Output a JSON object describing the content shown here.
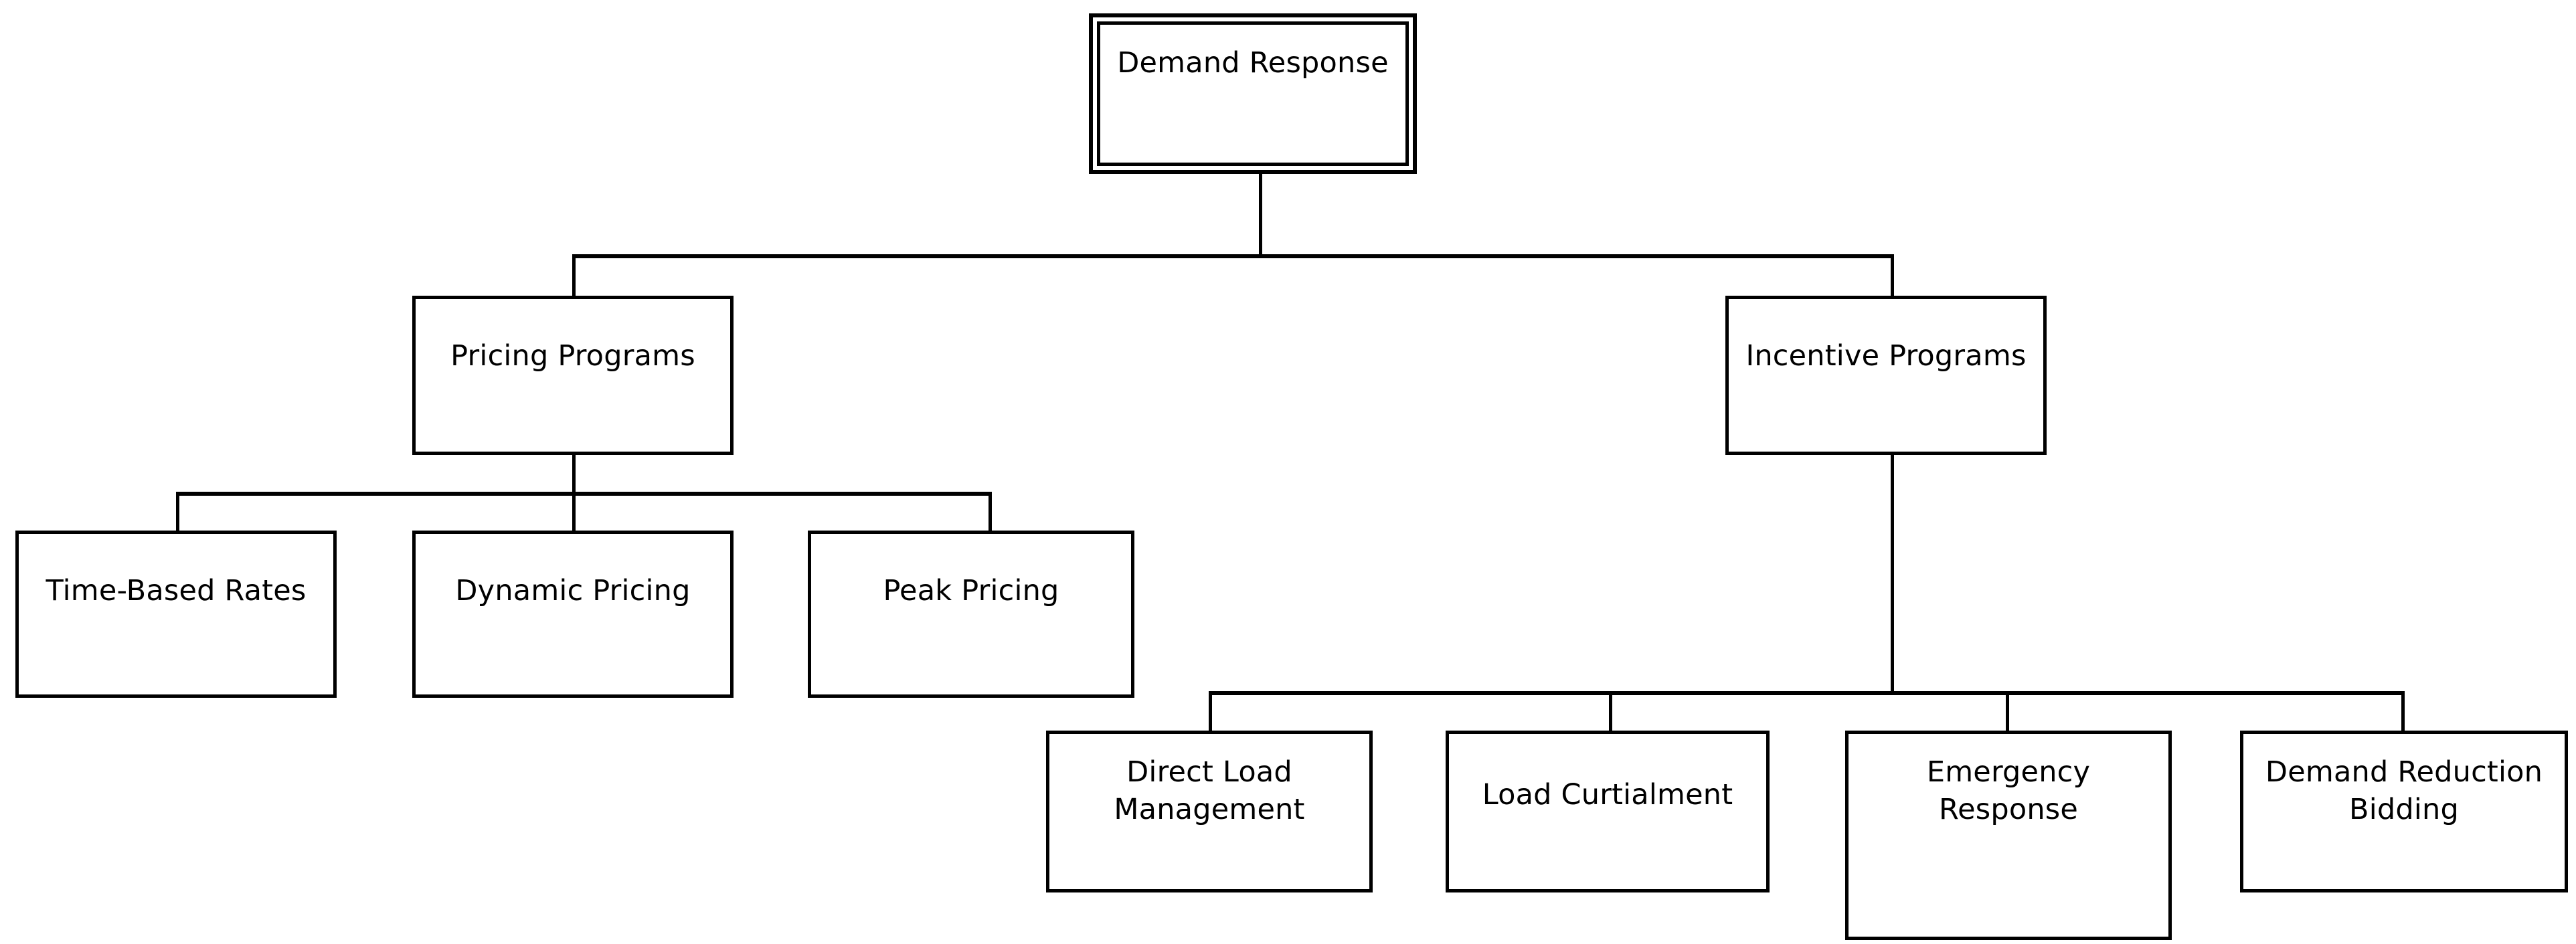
{
  "diagram": {
    "title": "Demand Response",
    "type": "hierarchy-tree",
    "background_color": "#ffffff",
    "line_color": "#000000",
    "text_color": "#000000",
    "nodes": {
      "root": {
        "label": "Demand Response"
      },
      "pricing_programs": {
        "label": "Pricing Programs"
      },
      "incentive_programs": {
        "label": "Incentive Programs"
      },
      "time_based_rates": {
        "label": "Time-Based Rates"
      },
      "dynamic_pricing": {
        "label": "Dynamic Pricing"
      },
      "peak_pricing": {
        "label": "Peak Pricing"
      },
      "direct_load_management": {
        "label": "Direct Load\nManagement"
      },
      "load_curtialment": {
        "label": "Load Curtialment"
      },
      "emergency_response": {
        "label": "Emergency\nResponse"
      },
      "demand_reduction_bidding": {
        "label": "Demand Reduction\nBidding"
      }
    },
    "edges": [
      {
        "from": "root",
        "to": "pricing_programs"
      },
      {
        "from": "root",
        "to": "incentive_programs"
      },
      {
        "from": "pricing_programs",
        "to": "time_based_rates"
      },
      {
        "from": "pricing_programs",
        "to": "dynamic_pricing"
      },
      {
        "from": "pricing_programs",
        "to": "peak_pricing"
      },
      {
        "from": "incentive_programs",
        "to": "direct_load_management"
      },
      {
        "from": "incentive_programs",
        "to": "load_curtialment"
      },
      {
        "from": "incentive_programs",
        "to": "emergency_response"
      },
      {
        "from": "incentive_programs",
        "to": "demand_reduction_bidding"
      }
    ]
  }
}
